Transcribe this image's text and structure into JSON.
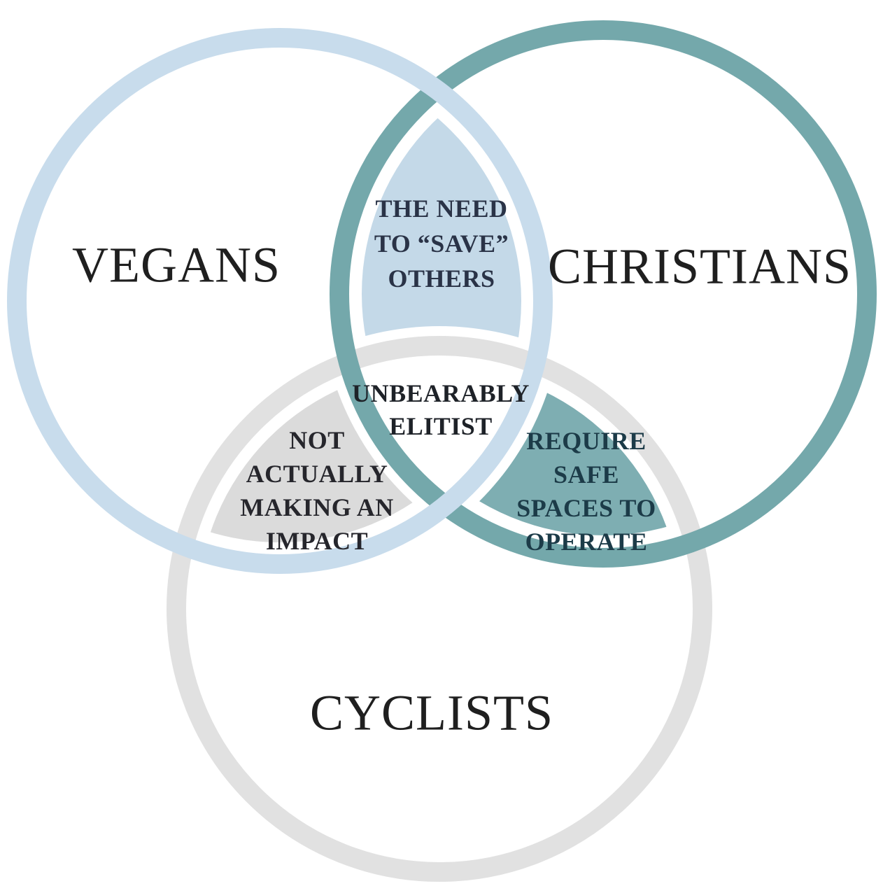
{
  "diagram": {
    "type": "venn-3-circle",
    "background": "#ffffff",
    "sets": [
      {
        "id": "vegans",
        "label": "VEGANS",
        "stroke": "#c8dcec",
        "label_color": "#1f1f1f"
      },
      {
        "id": "christians",
        "label": "CHRISTIANS",
        "stroke": "#74a8ab",
        "label_color": "#1f1f1f"
      },
      {
        "id": "cyclists",
        "label": "CYCLISTS",
        "stroke": "#e1e1e1",
        "label_color": "#1f1f1f"
      }
    ],
    "intersections": [
      {
        "of": "vegans + christians",
        "text": "THE NEED\nTO “SAVE”\nOTHERS",
        "fill": "#c4d9e8",
        "text_color": "#2a3347"
      },
      {
        "of": "vegans + cyclists",
        "text": "NOT\nACTUALLY\nMAKING AN\nIMPACT",
        "fill": "#dbdbdb",
        "text_color": "#26262c"
      },
      {
        "of": "christians + cyclists",
        "text": "REQUIRE\nSAFE\nSPACES TO\nOPERATE",
        "fill": "#7eaeb2",
        "text_color": "#1c3b48"
      },
      {
        "of": "vegans + christians + cyclists",
        "text": "UNBEARABLY\nELITIST",
        "fill": "#ffffff",
        "text_color": "#1e2228"
      }
    ]
  }
}
